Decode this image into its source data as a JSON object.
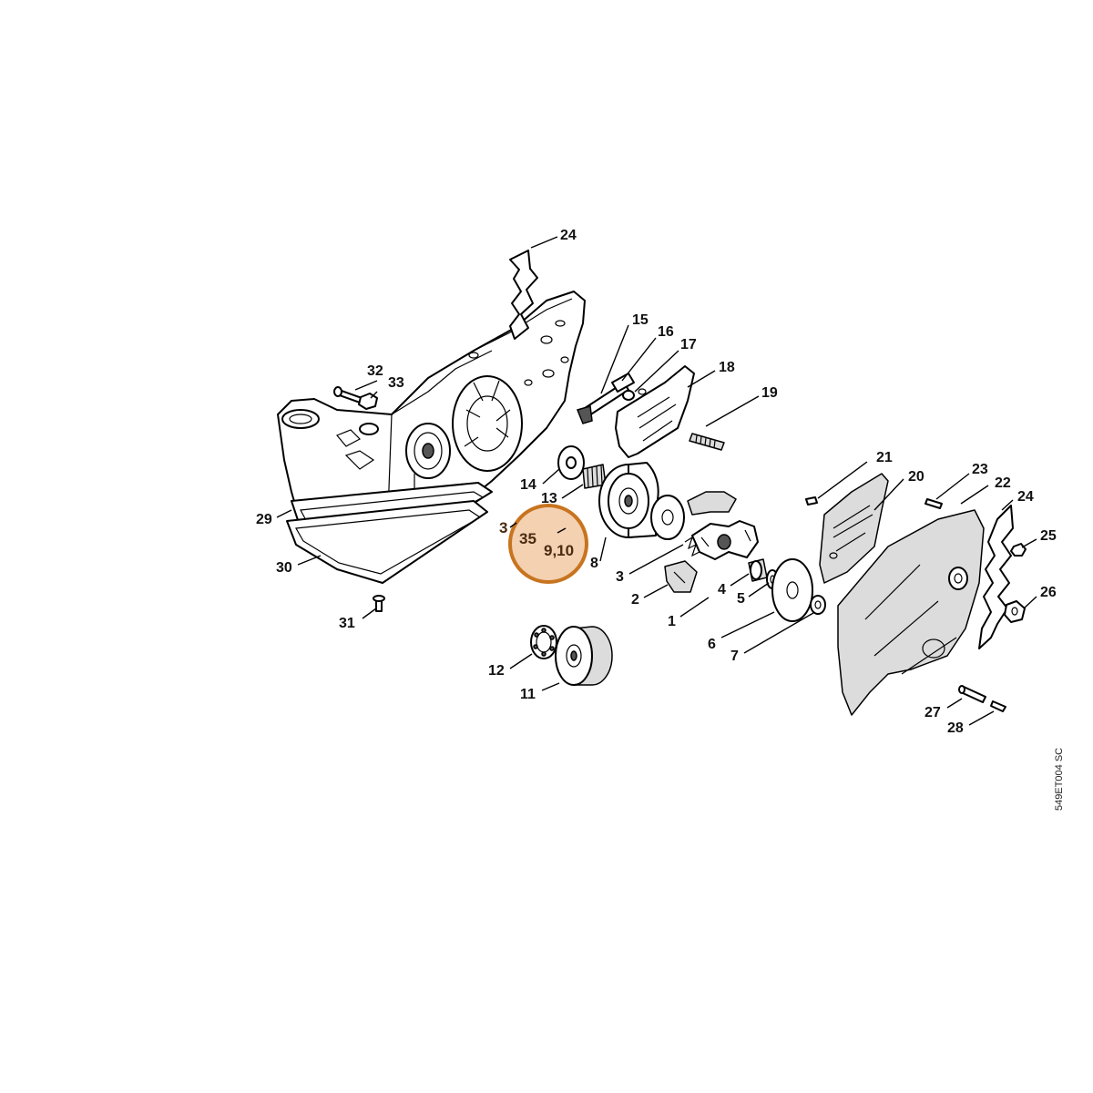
{
  "diagram": {
    "reference_code": "549ET004 SC",
    "highlight_color": "#c8741f",
    "highlight_fill": "#f1c9a3",
    "callouts": [
      {
        "id": "c24a",
        "text": "24"
      },
      {
        "id": "c15",
        "text": "15"
      },
      {
        "id": "c16",
        "text": "16"
      },
      {
        "id": "c17",
        "text": "17"
      },
      {
        "id": "c18",
        "text": "18"
      },
      {
        "id": "c19",
        "text": "19"
      },
      {
        "id": "c32",
        "text": "32"
      },
      {
        "id": "c33",
        "text": "33"
      },
      {
        "id": "c14",
        "text": "14"
      },
      {
        "id": "c13",
        "text": "13"
      },
      {
        "id": "c21",
        "text": "21"
      },
      {
        "id": "c20",
        "text": "20"
      },
      {
        "id": "c23",
        "text": "23"
      },
      {
        "id": "c22",
        "text": "22"
      },
      {
        "id": "c24b",
        "text": "24"
      },
      {
        "id": "c25",
        "text": "25"
      },
      {
        "id": "c29",
        "text": "29"
      },
      {
        "id": "c3a",
        "text": "3"
      },
      {
        "id": "c35",
        "text": "35"
      },
      {
        "id": "c910",
        "text": "9,10"
      },
      {
        "id": "c8",
        "text": "8"
      },
      {
        "id": "c3b",
        "text": "3"
      },
      {
        "id": "c30",
        "text": "30"
      },
      {
        "id": "c4",
        "text": "4"
      },
      {
        "id": "c5",
        "text": "5"
      },
      {
        "id": "c2",
        "text": "2"
      },
      {
        "id": "c26",
        "text": "26"
      },
      {
        "id": "c1",
        "text": "1"
      },
      {
        "id": "c31",
        "text": "31"
      },
      {
        "id": "c6",
        "text": "6"
      },
      {
        "id": "c7",
        "text": "7"
      },
      {
        "id": "c12",
        "text": "12"
      },
      {
        "id": "c11",
        "text": "11"
      },
      {
        "id": "c27",
        "text": "27"
      },
      {
        "id": "c28",
        "text": "28"
      }
    ]
  }
}
